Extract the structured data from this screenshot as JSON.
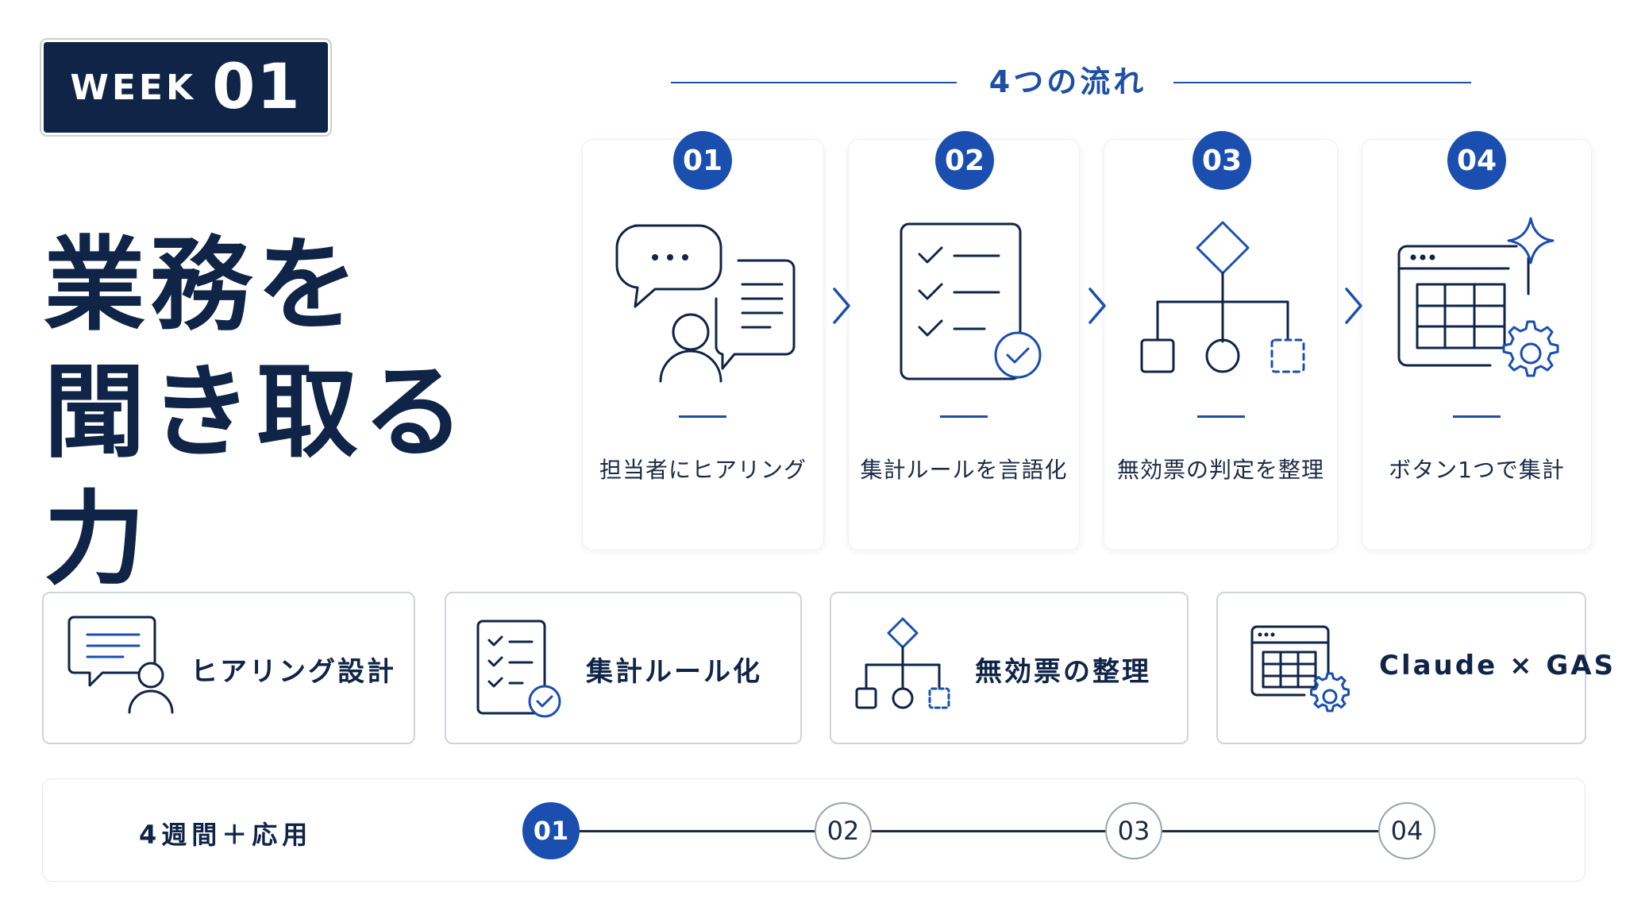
{
  "badge": {
    "week_label": "WEEK",
    "week_number": "01"
  },
  "title": {
    "line1": "業務を",
    "line2": "聞き取る力"
  },
  "flow": {
    "title": "4つの流れ",
    "steps": [
      {
        "number": "01",
        "label": "担当者にヒアリング",
        "icon": "interview-chat-icon"
      },
      {
        "number": "02",
        "label": "集計ルールを言語化",
        "icon": "checklist-icon"
      },
      {
        "number": "03",
        "label": "無効票の判定を整理",
        "icon": "flowchart-icon"
      },
      {
        "number": "04",
        "label": "ボタン1つで集計",
        "icon": "spreadsheet-gear-icon"
      }
    ]
  },
  "summary": [
    {
      "label": "ヒアリング設計",
      "icon": "chat-person-icon"
    },
    {
      "label": "集計ルール化",
      "icon": "checklist-icon"
    },
    {
      "label": "無効票の整理",
      "icon": "flowchart-icon"
    },
    {
      "label": "Claude × GAS",
      "icon": "spreadsheet-gear-icon"
    }
  ],
  "timeline": {
    "label": "4週間＋応用",
    "nodes": [
      "01",
      "02",
      "03",
      "04"
    ],
    "active_index": 0
  },
  "colors": {
    "navy": "#0f2447",
    "accent_blue": "#1a4fb0",
    "line_gray": "#cfd4db"
  }
}
